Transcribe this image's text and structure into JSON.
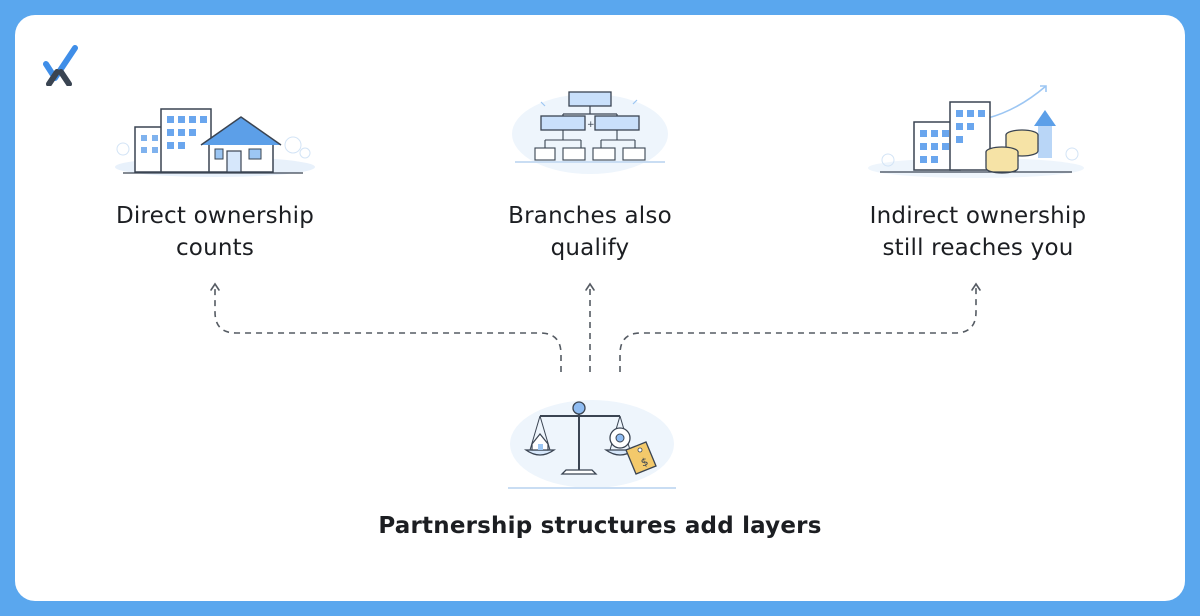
{
  "brand": {
    "logo_icon": "x-check-logo-icon",
    "accent": "#3f8ee8",
    "frame": "#5aa7ee",
    "ink": "#3a4452"
  },
  "nodes": [
    {
      "id": "direct",
      "label": "Direct ownership counts",
      "line1": "Direct ownership",
      "line2": "counts",
      "icon": "buildings-house-icon"
    },
    {
      "id": "branches",
      "label": "Branches also qualify",
      "line1": "Branches also",
      "line2": "qualify",
      "icon": "org-chart-icon"
    },
    {
      "id": "indirect",
      "label": "Indirect ownership still reaches you",
      "line1": "Indirect ownership",
      "line2": "still reaches you",
      "icon": "building-coins-growth-icon"
    }
  ],
  "root": {
    "label": "Partnership structures add layers",
    "icon": "balance-scale-icon"
  }
}
